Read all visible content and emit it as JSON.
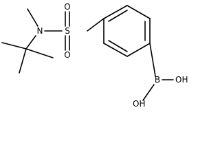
{
  "molecule": {
    "atoms": {
      "sulfur": "S",
      "oxygen_top": "O",
      "oxygen_bottom": "O",
      "nitrogen": "N",
      "boron": "B",
      "hydroxyl_right": "OH",
      "hydroxyl_bottom": "OH"
    }
  },
  "colors": {
    "bond": "#000000",
    "label": "#000000",
    "background": "#ffffff"
  }
}
